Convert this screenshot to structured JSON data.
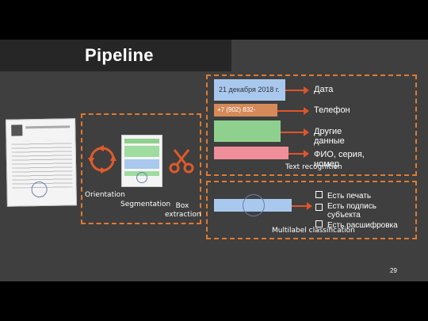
{
  "title": "Pipeline",
  "stages": {
    "orientation": "Orientation",
    "segmentation": "Segmentation",
    "box_extraction": "Box extraction"
  },
  "text_recognition": {
    "label": "Text recognition",
    "fields": [
      {
        "snippet": "21 декабря 2018 г.",
        "output": "Дата"
      },
      {
        "snippet": "+7 (902) 832-",
        "output": "Телефон"
      },
      {
        "snippet": "",
        "output": "Другие данные"
      },
      {
        "snippet": "",
        "output": "ФИО, серия, номер"
      }
    ]
  },
  "multilabel": {
    "label": "Multilabel classification",
    "items": [
      "Есть печать",
      "Есть подпись субъекта",
      "Есть расшифровка"
    ]
  },
  "page_number": "29",
  "colors": {
    "accent": "#e07a30",
    "arrow": "#e0542a",
    "slide_bg": "#3f3f3f"
  }
}
